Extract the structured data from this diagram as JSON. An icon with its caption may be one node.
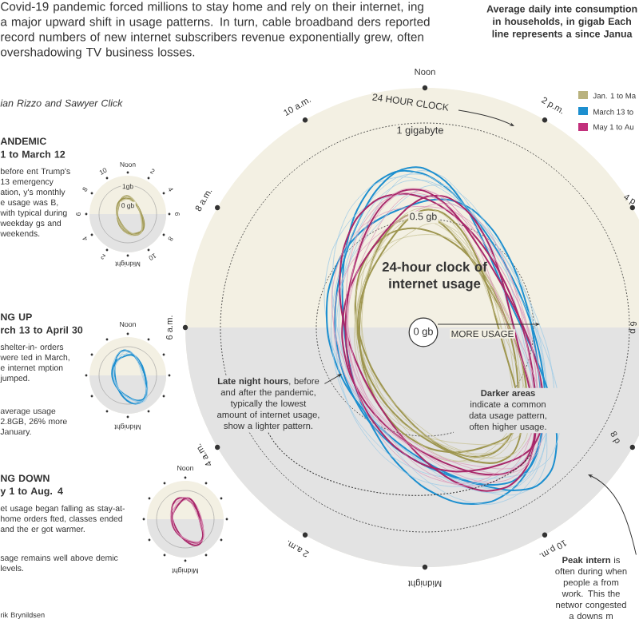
{
  "diagram": {
    "nodes": [
      {
        "text": [
          "0 gb"
        ]
      },
      {
        "text": [
          "**Late night hours**, before and after the pandemic, typically the lowest amount of internet usage, show a lighter pattern."
        ]
      },
      {
        "text": [
          "**Peak intern** is often during when people a from work. This the networ congested a downs m"
        ]
      }
    ],
    "edges": [
      {
        "from": 1,
        "to": null,
        "arrow": "to"
      },
      {
        "from": 1,
        "to": null,
        "arrow": "none",
        "style": "dashed"
      },
      {
        "from": 2,
        "to": null,
        "arrow": "to"
      }
    ],
    "labels": [
      "Covid-19 pandemic forced millions to stay home and rely on their internet, ing a major upward shift in usage patterns. In turn, cable broadband ders reported record numbers of new internet subscribers revenue exponentially grew, often overshadowing TV business losses.",
      "ian Rizzo and Sawyer Click",
      "Average daily inte consumption in households, in gigab Each line represents a since Janua",
      "ANDEMIC",
      "1 to March 12",
      "before ent Trump's 13 emergency ation, y's monthly e usage was B, with typical during weekday gs and weekends.",
      "NG UP",
      "rch 13 to April 30",
      "shelter-in- orders were ted in March, e internet mption jumped.",
      "average usage 2.8GB, 26% more January.",
      "NG DOWN",
      "y 1 to Aug. 4",
      "et usage began falling as stay-at-home orders fted, classes ended and the er got warmer.",
      "sage remains well above demic levels.",
      "rik Brynildsen",
      "Noon",
      "10",
      "2",
      "8",
      "4",
      "1gb",
      "0 gb",
      "6",
      "6",
      "4",
      "8",
      "2",
      "10",
      "Midnight",
      "Noon",
      "Midnight",
      "Noon",
      "Midnight",
      "Noon",
      "10 a.m.",
      "24 HOUR CLOCK",
      "2 p.m.",
      "8 a.m.",
      "1 gigabyte",
      "4 p",
      "0.5 gb",
      "24-hour clock of internet usage",
      "6 a.m.",
      "6 p",
      "MORE USAGE",
      "**Darker areas** indicate a common data usage pattern, often higher usage.",
      "4 a.m.",
      "8 p",
      "2 a.m.",
      "10 p.m.",
      "Midnight"
    ],
    "legend": [
      {
        "text": "Jan. 1 to Ma",
        "color": "#b9b27e"
      },
      {
        "text": "March 13 to",
        "color": "#1d8fcf"
      },
      {
        "text": "May 1 to Au",
        "color": "#c2307c"
      }
    ]
  }
}
